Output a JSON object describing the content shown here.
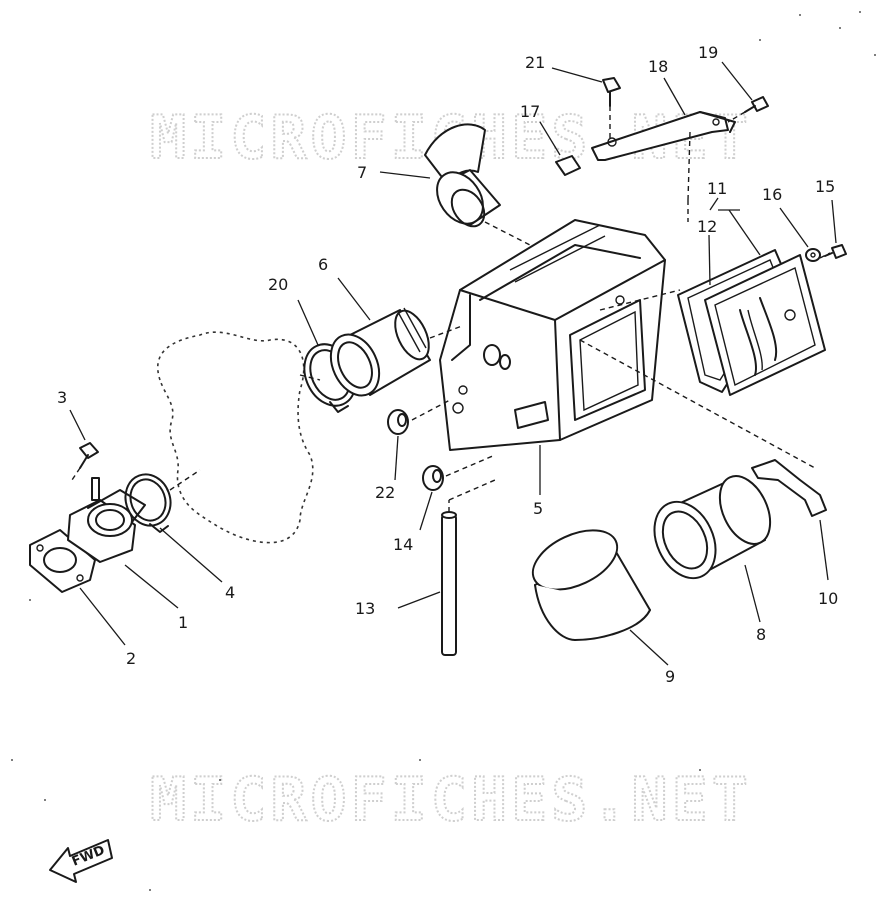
{
  "watermark": "MICROFICHES.NET",
  "fwd_label": "FWD",
  "callouts": [
    "1",
    "2",
    "3",
    "4",
    "5",
    "6",
    "7",
    "8",
    "9",
    "10",
    "11",
    "12",
    "13",
    "14",
    "15",
    "16",
    "17",
    "18",
    "19",
    "20",
    "21",
    "22"
  ]
}
